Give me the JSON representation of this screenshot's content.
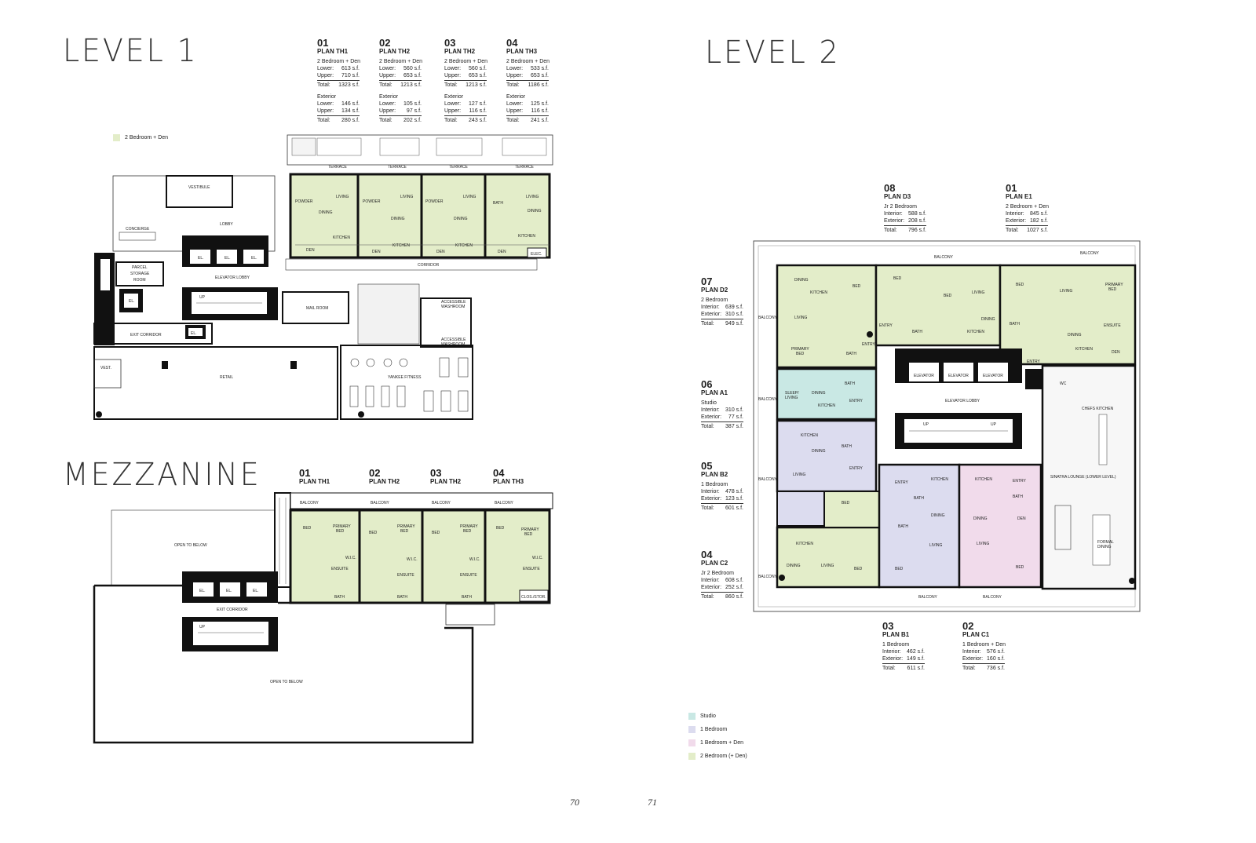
{
  "level1": {
    "title": "LEVEL 1",
    "plans": [
      {
        "num": "01",
        "name": "PLAN TH1",
        "type": "2 Bedroom + Den",
        "interior": [
          [
            "Lower:",
            "613 s.f."
          ],
          [
            "Upper:",
            "710 s.f."
          ],
          [
            "Total:",
            "1323 s.f."
          ]
        ],
        "exterior_label": "Exterior",
        "exterior": [
          [
            "Lower:",
            "146 s.f."
          ],
          [
            "Upper:",
            "134 s.f."
          ],
          [
            "Total:",
            "280 s.f."
          ]
        ]
      },
      {
        "num": "02",
        "name": "PLAN TH2",
        "type": "2 Bedroom + Den",
        "interior": [
          [
            "Lower:",
            "560 s.f."
          ],
          [
            "Upper:",
            "653 s.f."
          ],
          [
            "Total:",
            "1213 s.f."
          ]
        ],
        "exterior_label": "Exterior",
        "exterior": [
          [
            "Lower:",
            "105 s.f."
          ],
          [
            "Upper:",
            "97 s.f."
          ],
          [
            "Total:",
            "202 s.f."
          ]
        ]
      },
      {
        "num": "03",
        "name": "PLAN TH2",
        "type": "2 Bedroom + Den",
        "interior": [
          [
            "Lower:",
            "560 s.f."
          ],
          [
            "Upper:",
            "653 s.f."
          ],
          [
            "Total:",
            "1213 s.f."
          ]
        ],
        "exterior_label": "Exterior",
        "exterior": [
          [
            "Lower:",
            "127 s.f."
          ],
          [
            "Upper:",
            "116 s.f."
          ],
          [
            "Total:",
            "243 s.f."
          ]
        ]
      },
      {
        "num": "04",
        "name": "PLAN TH3",
        "type": "2 Bedroom + Den",
        "interior": [
          [
            "Lower:",
            "533 s.f."
          ],
          [
            "Upper:",
            "653 s.f."
          ],
          [
            "Total:",
            "1186 s.f."
          ]
        ],
        "exterior_label": "Exterior",
        "exterior": [
          [
            "Lower:",
            "125 s.f."
          ],
          [
            "Upper:",
            "116 s.f."
          ],
          [
            "Total:",
            "241 s.f."
          ]
        ]
      }
    ],
    "legend_label": "2 Bedroom + Den",
    "rooms": {
      "terrace": "TERRACE",
      "living": "LIVING",
      "powder": "POWDER",
      "bath": "BATH",
      "dining": "DINING",
      "kitchen": "KITCHEN",
      "den": "DEN",
      "elec": "ELEC.",
      "vestibule": "VESTIBULE",
      "lobby": "LOBBY",
      "concierge": "CONCIERGE",
      "parcel": "PARCEL",
      "storage": "STORAGE",
      "room": "ROOM",
      "el": "EL.",
      "elevator_lobby": "ELEVATOR LOBBY",
      "corridor": "CORRIDOR",
      "mail_room": "MAIL ROOM",
      "accessible_washroom_1": "ACCESSIBLE",
      "accessible_washroom_2": "WASHROOM",
      "exit_corridor": "EXIT CORRIDOR",
      "vest": "VEST.",
      "retail": "RETAIL",
      "yankee_fitness": "YANKEE FITNESS",
      "up": "UP"
    }
  },
  "mezzanine": {
    "title": "MEZZANINE",
    "plans": [
      {
        "num": "01",
        "name": "PLAN TH1"
      },
      {
        "num": "02",
        "name": "PLAN TH2"
      },
      {
        "num": "03",
        "name": "PLAN TH2"
      },
      {
        "num": "04",
        "name": "PLAN TH3"
      }
    ],
    "rooms": {
      "balcony": "BALCONY",
      "bed": "BED",
      "primary": "PRIMARY",
      "bed2": "BED",
      "wic": "W.I.C.",
      "ensuite": "ENSUITE",
      "bath": "BATH",
      "clos_stor": "CLOS./STOR.",
      "open_to_below": "OPEN TO BELOW",
      "el": "EL.",
      "exit_corridor": "EXIT CORRIDOR",
      "up": "UP"
    }
  },
  "level2": {
    "title": "LEVEL 2",
    "plans_top": [
      {
        "num": "08",
        "name": "PLAN D3",
        "type": "Jr 2 Bedroom",
        "rows": [
          [
            "Interior:",
            "588 s.f."
          ],
          [
            "Exterior:",
            "208 s.f."
          ],
          [
            "Total:",
            "796 s.f."
          ]
        ]
      },
      {
        "num": "01",
        "name": "PLAN E1",
        "type": "2 Bedroom + Den",
        "rows": [
          [
            "Interior:",
            "845 s.f."
          ],
          [
            "Exterior:",
            "182 s.f."
          ],
          [
            "Total:",
            "1027 s.f."
          ]
        ]
      }
    ],
    "plans_left": [
      {
        "num": "07",
        "name": "PLAN D2",
        "type": "2 Bedroom",
        "rows": [
          [
            "Interior:",
            "639 s.f."
          ],
          [
            "Exterior:",
            "310 s.f."
          ],
          [
            "Total:",
            "949 s.f."
          ]
        ]
      },
      {
        "num": "06",
        "name": "PLAN A1",
        "type": "Studio",
        "rows": [
          [
            "Interior:",
            "310 s.f."
          ],
          [
            "Exterior:",
            "77 s.f."
          ],
          [
            "Total:",
            "387 s.f."
          ]
        ]
      },
      {
        "num": "05",
        "name": "PLAN B2",
        "type": "1 Bedroom",
        "rows": [
          [
            "Interior:",
            "478 s.f."
          ],
          [
            "Exterior:",
            "123 s.f."
          ],
          [
            "Total:",
            "601 s.f."
          ]
        ]
      },
      {
        "num": "04",
        "name": "PLAN C2",
        "type": "Jr 2 Bedroom",
        "rows": [
          [
            "Interior:",
            "608 s.f."
          ],
          [
            "Exterior:",
            "252 s.f."
          ],
          [
            "Total:",
            "860 s.f."
          ]
        ]
      }
    ],
    "plans_bottom": [
      {
        "num": "03",
        "name": "PLAN B1",
        "type": "1 Bedroom",
        "rows": [
          [
            "Interior:",
            "462 s.f."
          ],
          [
            "Exterior:",
            "149 s.f."
          ],
          [
            "Total:",
            "611 s.f."
          ]
        ]
      },
      {
        "num": "02",
        "name": "PLAN C1",
        "type": "1 Bedroom + Den",
        "rows": [
          [
            "Interior:",
            "576 s.f."
          ],
          [
            "Exterior:",
            "160 s.f."
          ],
          [
            "Total:",
            "736 s.f."
          ]
        ]
      }
    ],
    "legend": [
      {
        "label": "Studio",
        "color": "#c9e8e4"
      },
      {
        "label": "1 Bedroom",
        "color": "#dcdcef"
      },
      {
        "label": "1 Bedroom + Den",
        "color": "#f1dbeb"
      },
      {
        "label": "2 Bedroom (+ Den)",
        "color": "#e3edc9"
      }
    ],
    "rooms": {
      "balcony": "BALCONY",
      "dining": "DINING",
      "kitchen": "KITCHEN",
      "bed": "BED",
      "living": "LIVING",
      "primary": "PRIMARY",
      "entry": "ENTRY",
      "bath": "BATH",
      "ensuite": "ENSUITE",
      "den": "DEN",
      "elevator": "ELEVATOR",
      "elevator_lobby": "ELEVATOR LOBBY",
      "sleep": "SLEEP/",
      "living2": "LIVING",
      "chefs_kitchen": "CHEFS KITCHEN",
      "sinatra": "SINATRA LOUNGE (LOWER LEVEL)",
      "formal": "FORMAL",
      "dining2": "DINING",
      "wc": "WC",
      "up": "UP"
    }
  },
  "colors": {
    "green": "#e3edc9",
    "teal": "#c9e8e4",
    "lavender": "#dcdcef",
    "pink": "#f1dbeb",
    "wall": "#111111"
  },
  "page_numbers": {
    "left": "70",
    "right": "71"
  }
}
